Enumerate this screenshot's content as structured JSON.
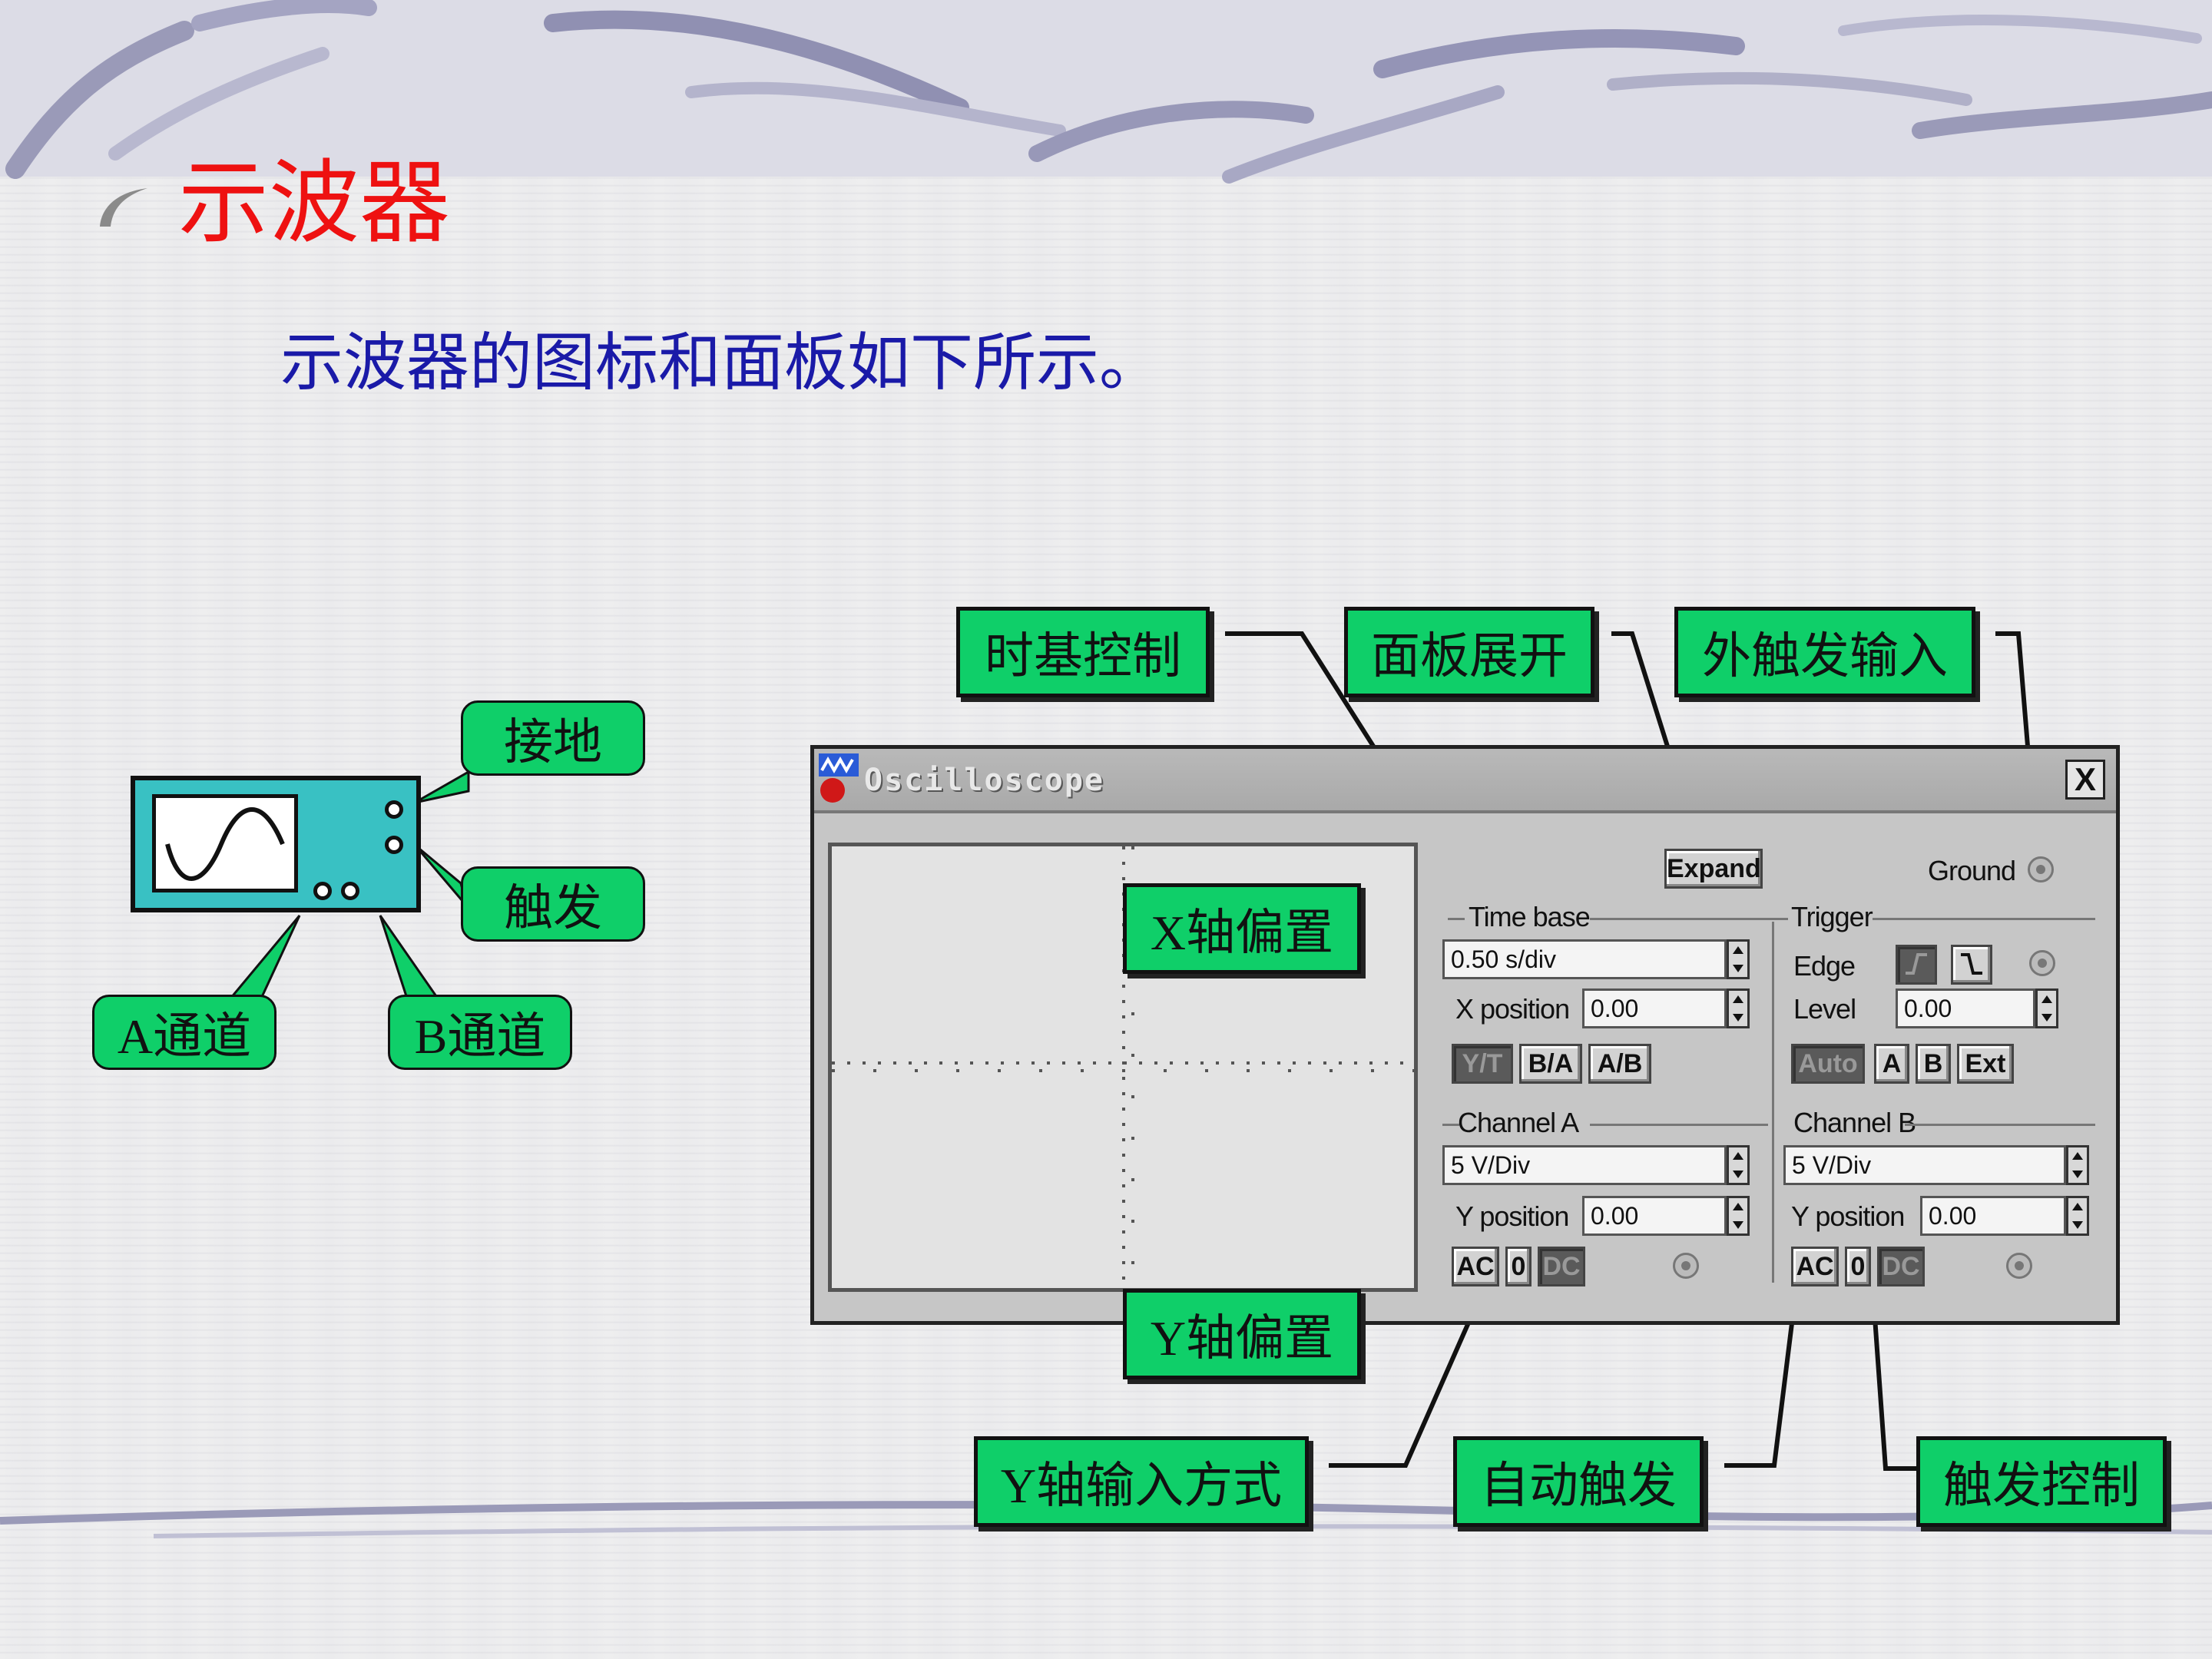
{
  "slide": {
    "title": "示波器",
    "subtitle": "示波器的图标和面板如下所示。"
  },
  "icon_labels": {
    "ground": "接地",
    "trigger": "触发",
    "channel_a": "A通道",
    "channel_b": "B通道"
  },
  "callouts": {
    "timebase_control": "时基控制",
    "panel_expand": "面板展开",
    "ext_trigger_input": "外触发输入",
    "x_offset": "X轴偏置",
    "y_offset": "Y轴偏置",
    "y_input_mode": "Y轴输入方式",
    "auto_trigger": "自动触发",
    "trigger_control": "触发控制"
  },
  "oscilloscope": {
    "window_title": "Oscilloscope",
    "close_label": "X",
    "expand_label": "Expand",
    "ground_label": "Ground",
    "timebase": {
      "group_label": "Time base",
      "value": "0.50 s/div",
      "xpos_label": "X position",
      "xpos_value": "0.00",
      "modes": [
        "Y/T",
        "B/A",
        "A/B"
      ]
    },
    "trigger": {
      "group_label": "Trigger",
      "edge_label": "Edge",
      "level_label": "Level",
      "level_value": "0.00",
      "modes": [
        "Auto",
        "A",
        "B",
        "Ext"
      ]
    },
    "channel_a": {
      "group_label": "Channel A",
      "scale": "5  V/Div",
      "ypos_label": "Y position",
      "ypos_value": "0.00",
      "coupling": [
        "AC",
        "0",
        "DC"
      ]
    },
    "channel_b": {
      "group_label": "Channel B",
      "scale": "5  V/Div",
      "ypos_label": "Y position",
      "ypos_value": "0.00",
      "coupling": [
        "AC",
        "0",
        "DC"
      ]
    }
  },
  "colors": {
    "title": "#ee1111",
    "subtitle": "#1a1aa8",
    "label_fill": "#0fcf69",
    "icon_body": "#39c1c3"
  }
}
